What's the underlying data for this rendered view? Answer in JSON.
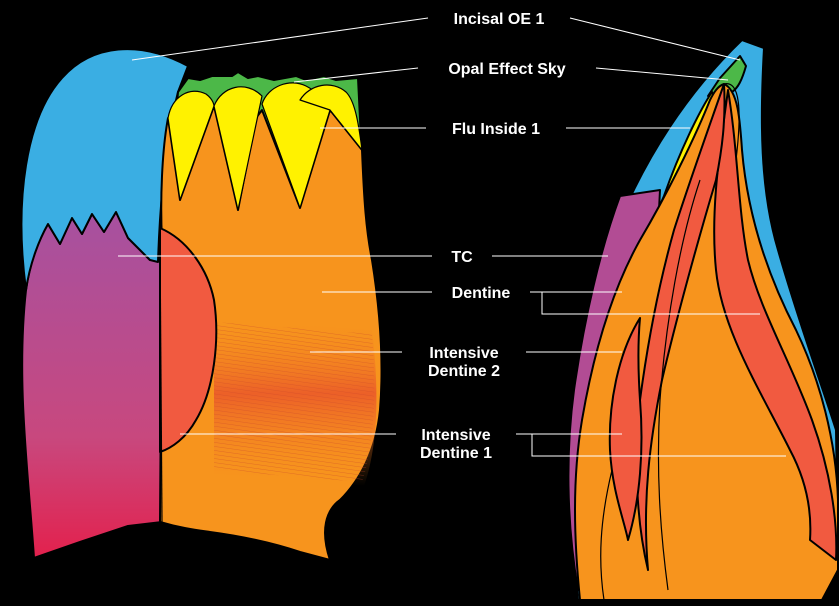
{
  "labels": {
    "incisal": "Incisal OE 1",
    "opal": "Opal Effect Sky",
    "flu": "Flu Inside 1",
    "tc": "TC",
    "dentine": "Dentine",
    "int2_line1": "Intensive",
    "int2_line2": "Dentine 2",
    "int1_line1": "Intensive",
    "int1_line2": "Dentine 1"
  },
  "colors": {
    "background": "#000000",
    "incisal": "#3aaee3",
    "opal": "#4cb848",
    "flu": "#fff200",
    "tc_top": "#b24c94",
    "tc_bottom": "#e0224e",
    "dentine": "#f7941d",
    "intensive_dentine": "#f15a40",
    "leader_lines": "#ffffff"
  }
}
